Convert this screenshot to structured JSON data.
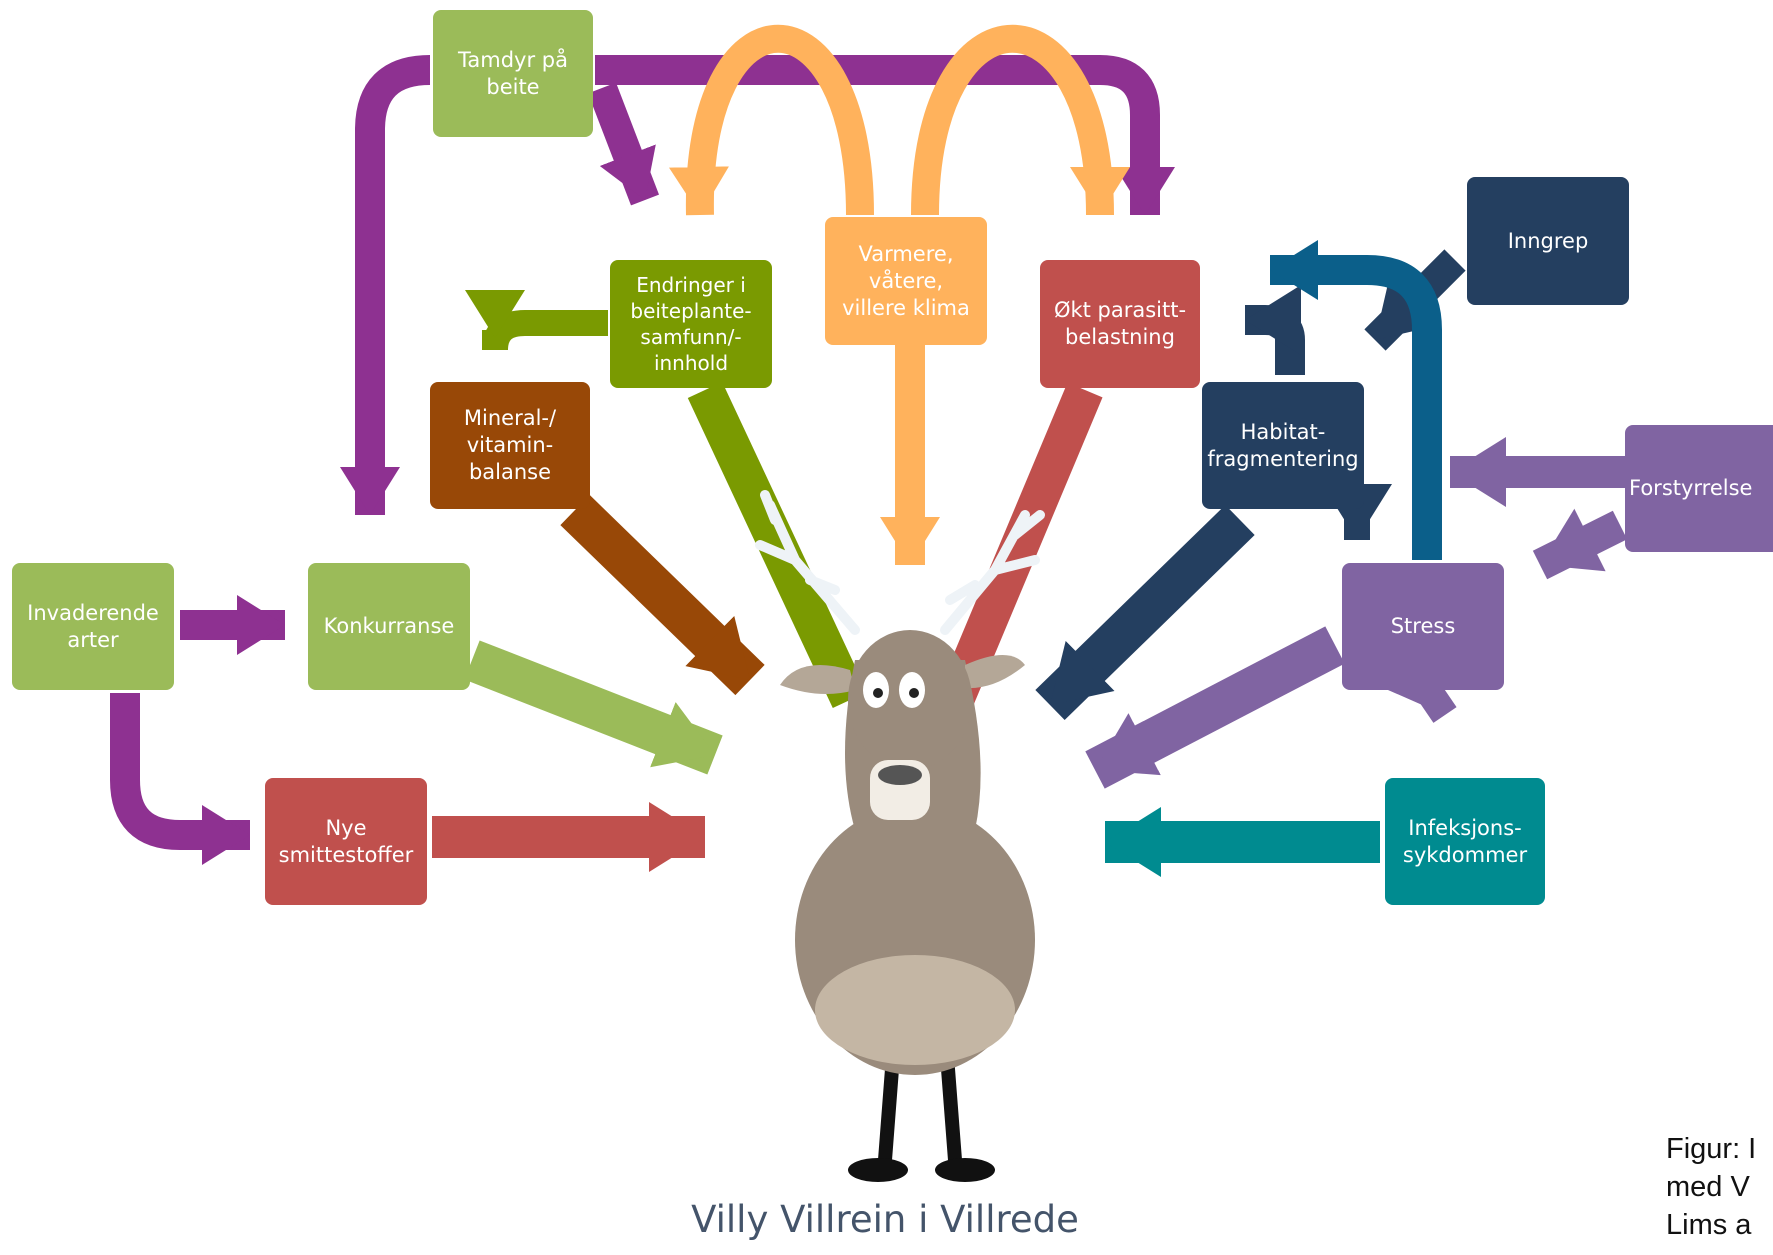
{
  "colors": {
    "purple": "#8e3191",
    "orange": "#ffb25c",
    "olive": "#7a9a01",
    "brown": "#984807",
    "lightgreen": "#9bbb59",
    "red": "#c0504d",
    "navy": "#243f60",
    "teal": "#0b5f8a",
    "lavender": "#8064a2",
    "cyan": "#008b90"
  },
  "nodes": {
    "tamdyr": "Tamdyr på\nbeite",
    "endringer": "Endringer i\nbeiteplante-\nsamfunn/-\ninnhold",
    "varmere": "Varmere,\nvåtere,\nvillere klima",
    "okt": "Økt parasitt-\nbelastning",
    "inngrep": "Inngrep",
    "mineral": "Mineral-/\nvitamin-\nbalanse",
    "habitat": "Habitat-\nfragmentering",
    "forstyrrelse": "Forstyrrelse",
    "invaderende": "Invaderende\narter",
    "konkurranse": "Konkurranse",
    "stress": "Stress",
    "nye": "Nye\nsmittestoffer",
    "infeksjon": "Infeksjons-\nsykdommer"
  },
  "title": "Villy Villrein i Villrede",
  "caption": "Figur: I\nmed V\nLims a"
}
